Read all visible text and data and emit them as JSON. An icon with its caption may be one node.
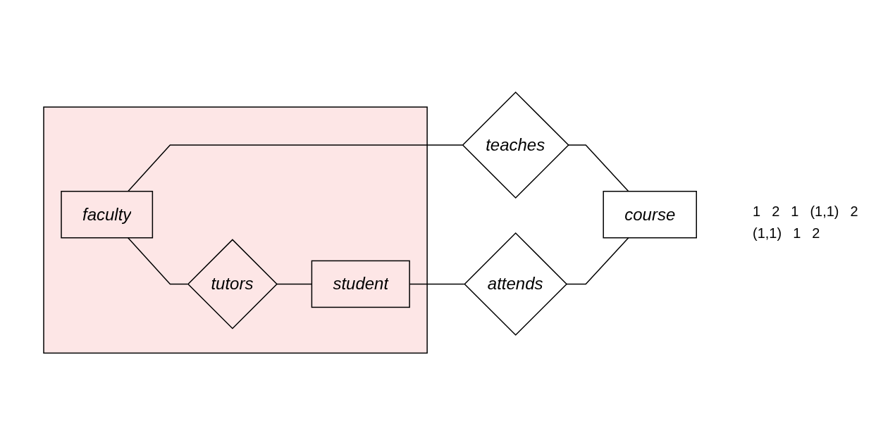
{
  "diagram": {
    "nodes": [
      {
        "text": [],
        "shape": "box"
      },
      {
        "text": [
          "faculty"
        ],
        "in": 0
      },
      {
        "text": [
          "tutors"
        ],
        "in": 0
      },
      {
        "text": [
          "student"
        ],
        "in": 0
      },
      {
        "text": [
          "teaches"
        ]
      },
      {
        "text": [
          "course"
        ]
      },
      {
        "text": [
          "attends"
        ]
      }
    ],
    "edges": [
      {
        "from": 1,
        "to": 4,
        "arrow": "none"
      },
      {
        "from": 4,
        "to": 5,
        "arrow": "none"
      },
      {
        "from": 1,
        "to": 2,
        "arrow": "none"
      },
      {
        "from": 2,
        "to": 3,
        "arrow": "none"
      },
      {
        "from": 3,
        "to": 6,
        "arrow": "none"
      },
      {
        "from": 6,
        "to": 5,
        "arrow": "none"
      }
    ],
    "labels": [
      "1",
      "2",
      "1",
      "(1,1)",
      "2",
      "(1,1)",
      "1",
      "2"
    ]
  }
}
